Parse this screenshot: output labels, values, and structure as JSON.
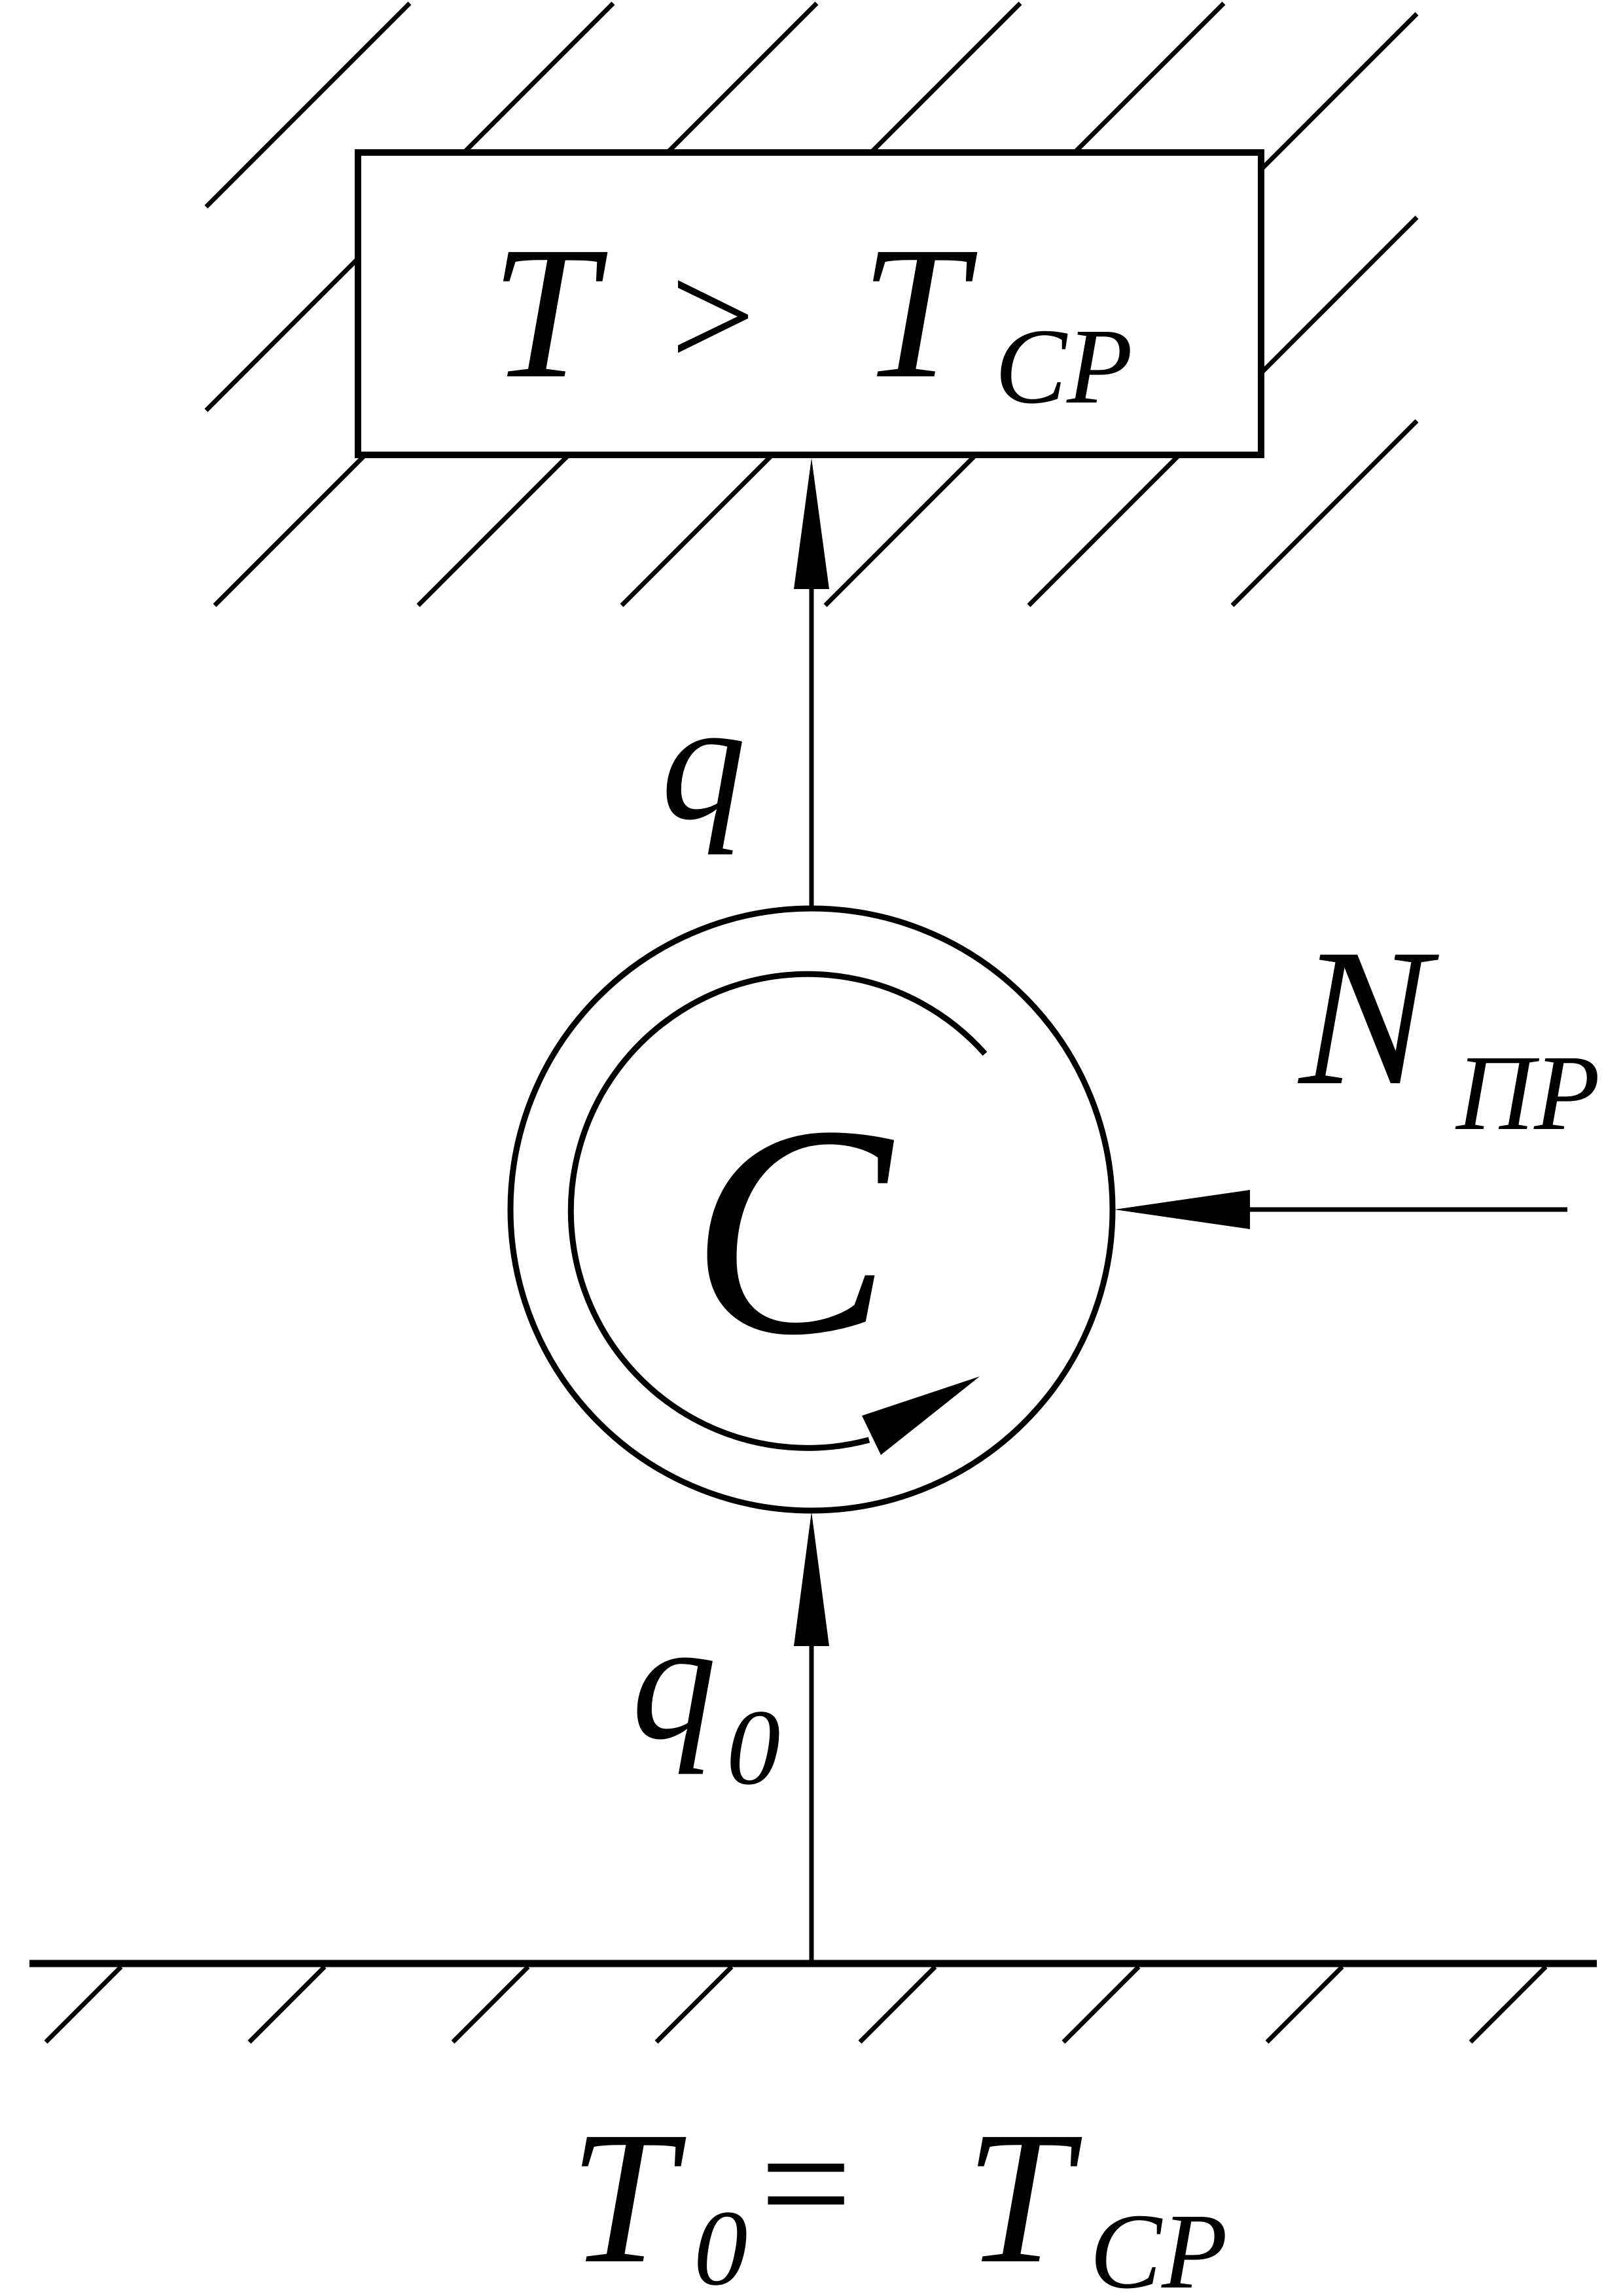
{
  "hot_reservoir": {
    "T": "T",
    "op": ">",
    "T_sub_base": "T",
    "sub": "CP"
  },
  "heat_out": {
    "label": "q"
  },
  "machine": {
    "label": "C"
  },
  "work_input": {
    "base": "N",
    "sub": "ПP"
  },
  "heat_in": {
    "base": "q",
    "sub": "0"
  },
  "cold_reservoir": {
    "T": "T",
    "T_sub": "0",
    "eq": "=",
    "T2": "T",
    "T2_sub": "CP"
  },
  "colors": {
    "ink": "#000000",
    "background": "#ffffff"
  }
}
